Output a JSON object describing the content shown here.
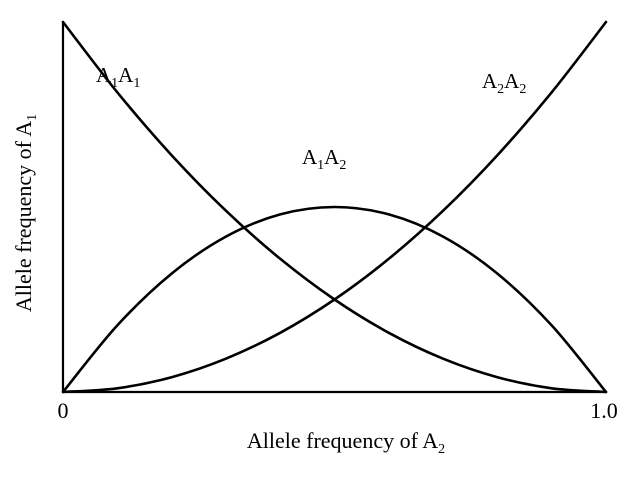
{
  "chart_data": {
    "type": "line",
    "xlabel": {
      "text": "Allele frequency of A",
      "sub": "2"
    },
    "ylabel": {
      "text": "Allele frequency of A",
      "sub": "1"
    },
    "xlim": [
      0,
      1
    ],
    "ylim": [
      0,
      1
    ],
    "grid": false,
    "legend": "none",
    "x_ticks": [
      "0",
      "1.0"
    ],
    "series": [
      {
        "label": [
          {
            "t": "A",
            "s": "1"
          },
          {
            "t": "A",
            "s": "1"
          }
        ],
        "x": [
          0.0,
          0.1,
          0.2,
          0.3,
          0.4,
          0.5,
          0.6,
          0.7,
          0.8,
          0.9,
          1.0
        ],
        "y": [
          1.0,
          0.81,
          0.64,
          0.49,
          0.36,
          0.25,
          0.16,
          0.09,
          0.04,
          0.01,
          0.0
        ]
      },
      {
        "label": [
          {
            "t": "A",
            "s": "1"
          },
          {
            "t": "A",
            "s": "2"
          }
        ],
        "x": [
          0.0,
          0.1,
          0.2,
          0.3,
          0.4,
          0.5,
          0.6,
          0.7,
          0.8,
          0.9,
          1.0
        ],
        "y": [
          0.0,
          0.18,
          0.32,
          0.42,
          0.48,
          0.5,
          0.48,
          0.42,
          0.32,
          0.18,
          0.0
        ]
      },
      {
        "label": [
          {
            "t": "A",
            "s": "2"
          },
          {
            "t": "A",
            "s": "2"
          }
        ],
        "x": [
          0.0,
          0.1,
          0.2,
          0.3,
          0.4,
          0.5,
          0.6,
          0.7,
          0.8,
          0.9,
          1.0
        ],
        "y": [
          0.0,
          0.01,
          0.04,
          0.09,
          0.16,
          0.25,
          0.36,
          0.49,
          0.64,
          0.81,
          1.0
        ]
      }
    ]
  }
}
